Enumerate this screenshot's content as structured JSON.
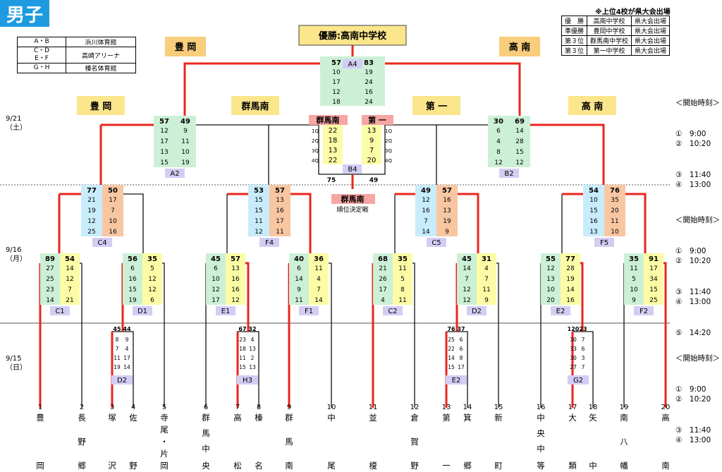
{
  "title": "男子",
  "venues": [
    {
      "rounds": "A・B",
      "name": "浜川体育館"
    },
    {
      "rounds": "C・D\nE・F",
      "name": "高崎アリーナ"
    },
    {
      "rounds": "G・H",
      "name": "榛名体育館"
    }
  ],
  "results_note": "※上位4校が県大会出場",
  "results": [
    {
      "rank": "優　勝",
      "school": "高南中学校",
      "note": "県大会出場"
    },
    {
      "rank": "準優勝",
      "school": "豊岡中学校",
      "note": "県大会出場"
    },
    {
      "rank": "第３位",
      "school": "群馬南中学校",
      "note": "県大会出場"
    },
    {
      "rank": "第３位",
      "school": "第一中学校",
      "note": "県大会出場"
    }
  ],
  "champion_label": "優勝:高南中学校",
  "headers": {
    "final_left": "豊 岡",
    "final_right": "高 南",
    "semi_a2_left": "豊 岡",
    "semi_a2_right": "群馬南",
    "semi_b2_left": "第 一",
    "semi_b2_right": "高 南"
  },
  "third_place": {
    "left": "群馬南",
    "right": "第 一",
    "quarters": [
      "1Q",
      "2Q",
      "3Q",
      "4Q"
    ],
    "left_quarters": [
      "22",
      "18",
      "13",
      "22"
    ],
    "right_quarters": [
      "13",
      "9",
      "7",
      "20"
    ],
    "left_total": "75",
    "right_total": "49",
    "winner": "群馬南",
    "label": "順位決定戦"
  },
  "dates": [
    "9/21\n（土）",
    "9/16\n（月）",
    "9/15\n（日）"
  ],
  "schedules": [
    {
      "title": "＜開始時刻＞",
      "times": [
        "①　9:00",
        "②　10:20",
        "③　11:40",
        "④　13:00"
      ]
    },
    {
      "title": "＜開始時刻＞",
      "times": [
        "①　9:00",
        "②　10:20",
        "③　11:40",
        "④　13:00",
        "⑤　14:20"
      ]
    },
    {
      "title": "＜開始時刻＞",
      "times": [
        "①　9:00",
        "②　10:20",
        "③　11:40",
        "④　13:00"
      ]
    }
  ],
  "colors": {
    "win": "#e8261e",
    "line": "#111111",
    "green": "#ccf0d6",
    "yellow": "#fcfca6",
    "blue": "#c8ecfb",
    "orange": "#f8c7a2",
    "pink": "#f7a6a4",
    "lav": "#d3cdf4",
    "gold": "#f8cd7c",
    "champ": "#fbe68c"
  },
  "teams": [
    {
      "num": "1",
      "name": "豊岡"
    },
    {
      "num": "2",
      "name": "長野郷"
    },
    {
      "num": "3",
      "name": "塚沢"
    },
    {
      "num": "4",
      "name": "佐野"
    },
    {
      "num": "5",
      "name": "寺尾・片岡"
    },
    {
      "num": "6",
      "name": "群馬中央"
    },
    {
      "num": "7",
      "name": "高松"
    },
    {
      "num": "8",
      "name": "榛名"
    },
    {
      "num": "9",
      "name": "群馬南"
    },
    {
      "num": "10",
      "name": "中尾"
    },
    {
      "num": "11",
      "name": "並榎"
    },
    {
      "num": "12",
      "name": "倉賀野"
    },
    {
      "num": "13",
      "name": "第一"
    },
    {
      "num": "14",
      "name": "箕郷"
    },
    {
      "num": "15",
      "name": "新町"
    },
    {
      "num": "16",
      "name": "中央中等"
    },
    {
      "num": "17",
      "name": "大類"
    },
    {
      "num": "18",
      "name": "矢中"
    },
    {
      "num": "19",
      "name": "南八幡"
    },
    {
      "num": "20",
      "name": "高南"
    }
  ],
  "matches": [
    {
      "id": "A4",
      "left": {
        "total": "57",
        "q": [
          "10",
          "17",
          "12",
          "18"
        ]
      },
      "right": {
        "total": "83",
        "q": [
          "19",
          "24",
          "16",
          "24"
        ]
      }
    },
    {
      "id": "A2",
      "left": {
        "total": "57",
        "q": [
          "12",
          "17",
          "13",
          "15"
        ]
      },
      "right": {
        "total": "49",
        "q": [
          "9",
          "11",
          "10",
          "19"
        ]
      }
    },
    {
      "id": "B2",
      "left": {
        "total": "30",
        "q": [
          "6",
          "4",
          "8",
          "12"
        ]
      },
      "right": {
        "total": "69",
        "q": [
          "14",
          "28",
          "15",
          "12"
        ]
      }
    },
    {
      "id": "C4",
      "left": {
        "total": "77",
        "q": [
          "21",
          "19",
          "12",
          "25"
        ]
      },
      "right": {
        "total": "50",
        "q": [
          "17",
          "7",
          "10",
          "16"
        ]
      }
    },
    {
      "id": "F4",
      "left": {
        "total": "53",
        "q": [
          "15",
          "15",
          "11",
          "12"
        ]
      },
      "right": {
        "total": "57",
        "q": [
          "13",
          "16",
          "17",
          "11"
        ]
      }
    },
    {
      "id": "C5",
      "left": {
        "total": "49",
        "q": [
          "12",
          "16",
          "7",
          "14"
        ]
      },
      "right": {
        "total": "57",
        "q": [
          "16",
          "13",
          "19",
          "9"
        ]
      }
    },
    {
      "id": "F5",
      "left": {
        "total": "54",
        "q": [
          "10",
          "15",
          "16",
          "13"
        ]
      },
      "right": {
        "total": "76",
        "q": [
          "35",
          "20",
          "11",
          "10"
        ]
      }
    },
    {
      "id": "C1",
      "left": {
        "total": "89",
        "q": [
          "27",
          "25",
          "23",
          "14"
        ]
      },
      "right": {
        "total": "54",
        "q": [
          "14",
          "12",
          "7",
          "21"
        ]
      }
    },
    {
      "id": "D1",
      "left": {
        "total": "56",
        "q": [
          "6",
          "16",
          "15",
          "19"
        ]
      },
      "right": {
        "total": "35",
        "q": [
          "5",
          "12",
          "12",
          "6"
        ]
      }
    },
    {
      "id": "E1",
      "left": {
        "total": "45",
        "q": [
          "6",
          "10",
          "12",
          "17"
        ]
      },
      "right": {
        "total": "57",
        "q": [
          "13",
          "16",
          "16",
          "12"
        ]
      }
    },
    {
      "id": "F1",
      "left": {
        "total": "40",
        "q": [
          "6",
          "14",
          "9",
          "11"
        ]
      },
      "right": {
        "total": "36",
        "q": [
          "11",
          "4",
          "7",
          "14"
        ]
      }
    },
    {
      "id": "C2",
      "left": {
        "total": "68",
        "q": [
          "21",
          "26",
          "17",
          "4"
        ]
      },
      "right": {
        "total": "35",
        "q": [
          "11",
          "5",
          "8",
          "11"
        ]
      }
    },
    {
      "id": "D2",
      "left": {
        "total": "45",
        "q": [
          "14",
          "7",
          "12",
          "12"
        ]
      },
      "right": {
        "total": "31",
        "q": [
          "4",
          "7",
          "11",
          "9"
        ]
      }
    },
    {
      "id": "E2",
      "left": {
        "total": "55",
        "q": [
          "12",
          "13",
          "10",
          "20"
        ]
      },
      "right": {
        "total": "77",
        "q": [
          "28",
          "19",
          "14",
          "16"
        ]
      }
    },
    {
      "id": "F2",
      "left": {
        "total": "35",
        "q": [
          "11",
          "5",
          "10",
          "9"
        ]
      },
      "right": {
        "total": "91",
        "q": [
          "17",
          "34",
          "15",
          "25"
        ]
      }
    },
    {
      "id": "D2",
      "left": {
        "total": "45",
        "q": [
          "8",
          "7",
          "11",
          "19"
        ]
      },
      "right": {
        "total": "44",
        "q": [
          "9",
          "4",
          "17",
          "14"
        ]
      }
    },
    {
      "id": "H3",
      "left": {
        "total": "67",
        "q": [
          "23",
          "18",
          "11",
          "15"
        ]
      },
      "right": {
        "total": "32",
        "q": [
          "4",
          "13",
          "2",
          "13"
        ]
      }
    },
    {
      "id": "E2",
      "left": {
        "total": "76",
        "q": [
          "25",
          "22",
          "14",
          "15"
        ]
      },
      "right": {
        "total": "37",
        "q": [
          "6",
          "6",
          "8",
          "17"
        ]
      }
    },
    {
      "id": "G2",
      "left": {
        "total": "120",
        "q": [
          "30",
          "33",
          "30",
          "27"
        ]
      },
      "right": {
        "total": "23",
        "q": [
          "7",
          "6",
          "3",
          "7"
        ]
      }
    }
  ]
}
